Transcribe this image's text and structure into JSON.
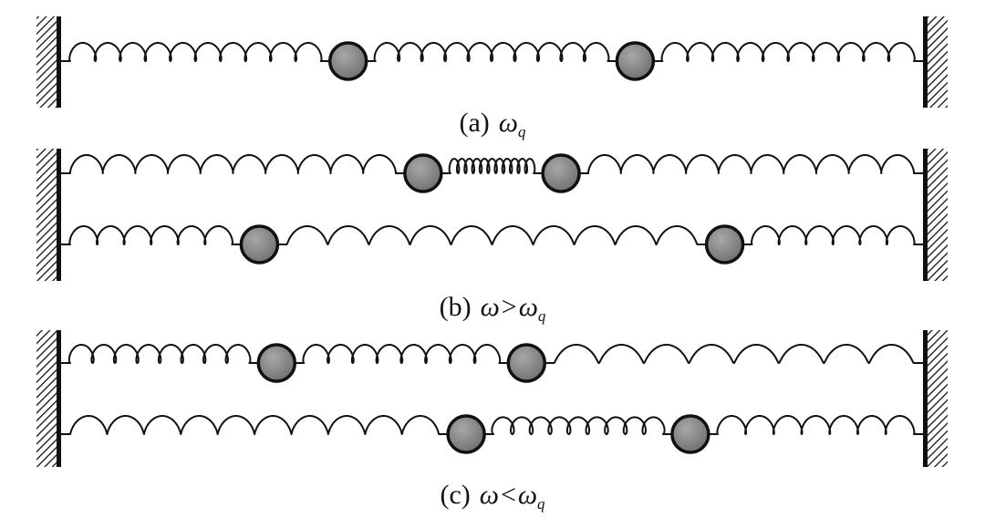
{
  "rows": [
    {
      "id": "a",
      "masses": [
        0.333,
        0.666
      ]
    },
    {
      "id": "b1",
      "masses": [
        0.42,
        0.58
      ]
    },
    {
      "id": "b2",
      "masses": [
        0.23,
        0.77
      ]
    },
    {
      "id": "c1",
      "masses": [
        0.25,
        0.54
      ]
    },
    {
      "id": "c2",
      "masses": [
        0.47,
        0.73
      ]
    }
  ],
  "captions": {
    "a": {
      "label": "(a)",
      "omega": "ω",
      "sub": "q"
    },
    "b": {
      "label": "(b)",
      "omega": "ω",
      "op": ">",
      "omega2": "ω",
      "sub": "q"
    },
    "c": {
      "label": "(c)",
      "omega": "ω",
      "op": "<",
      "omega2": "ω",
      "sub": "q"
    }
  },
  "colors": {
    "line": "#111111",
    "mass_fill": "#8a8a8a",
    "mass_stroke": "#111111",
    "background": "#ffffff"
  }
}
